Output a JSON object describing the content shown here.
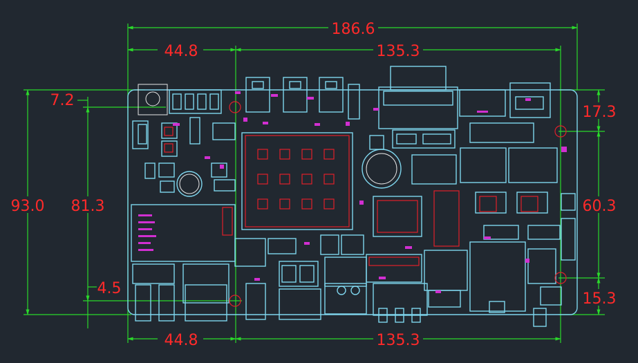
{
  "drawing": {
    "background": "#212830",
    "dimension_line_color": "#2bd92b",
    "dimension_text_color": "#ff2a2a",
    "board_outline_color": "#7fd6ee",
    "dimensions": {
      "overall_width": "186.6",
      "top_left_offset": "44.8",
      "top_right_span": "135.3",
      "bottom_left_offset": "44.8",
      "bottom_right_span": "135.3",
      "left_top_offset": "7.2",
      "left_overall_height": "93.0",
      "left_hole_span": "81.3",
      "left_bottom_offset": "4.5",
      "right_top_offset": "17.3",
      "right_hole_span": "60.3",
      "right_bottom_offset": "15.3"
    }
  }
}
